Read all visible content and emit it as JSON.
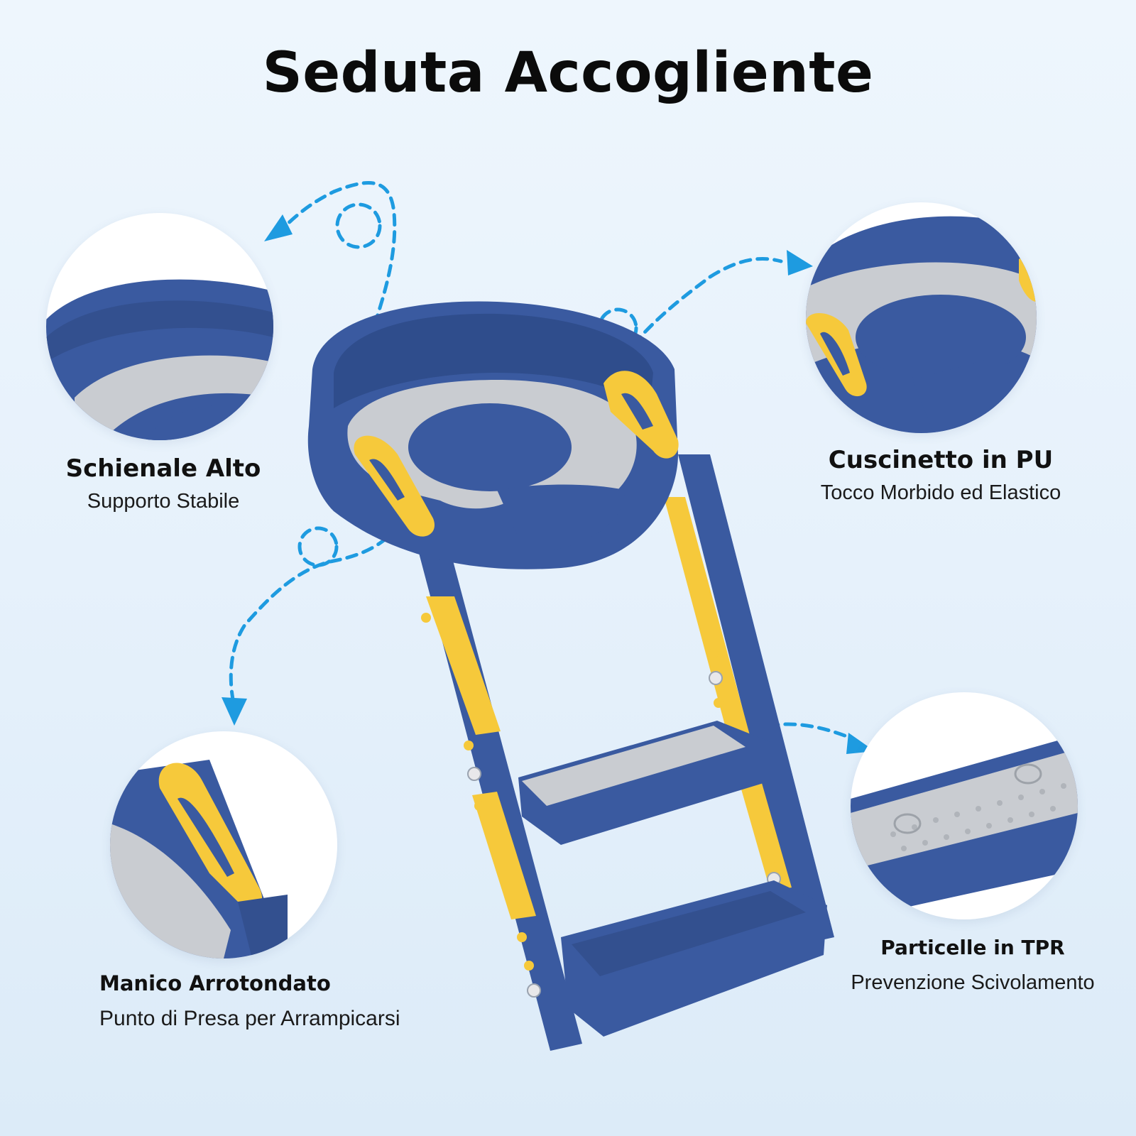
{
  "title": "Seduta Accogliente",
  "features": [
    {
      "title": "Schienale Alto",
      "subtitle": "Supporto Stabile"
    },
    {
      "title": "Cuscinetto in PU",
      "subtitle": "Tocco Morbido ed Elastico"
    },
    {
      "title": "Manico Arrotondato",
      "subtitle": "Punto di Presa per Arrampicarsi"
    },
    {
      "title": "Particelle in TPR",
      "subtitle": "Prevenzione Scivolamento"
    }
  ],
  "colors": {
    "navy": "#3a5aa0",
    "gray_pad": "#c9ccd1",
    "yellow": "#f6c93b",
    "arrow": "#1e9be0"
  }
}
